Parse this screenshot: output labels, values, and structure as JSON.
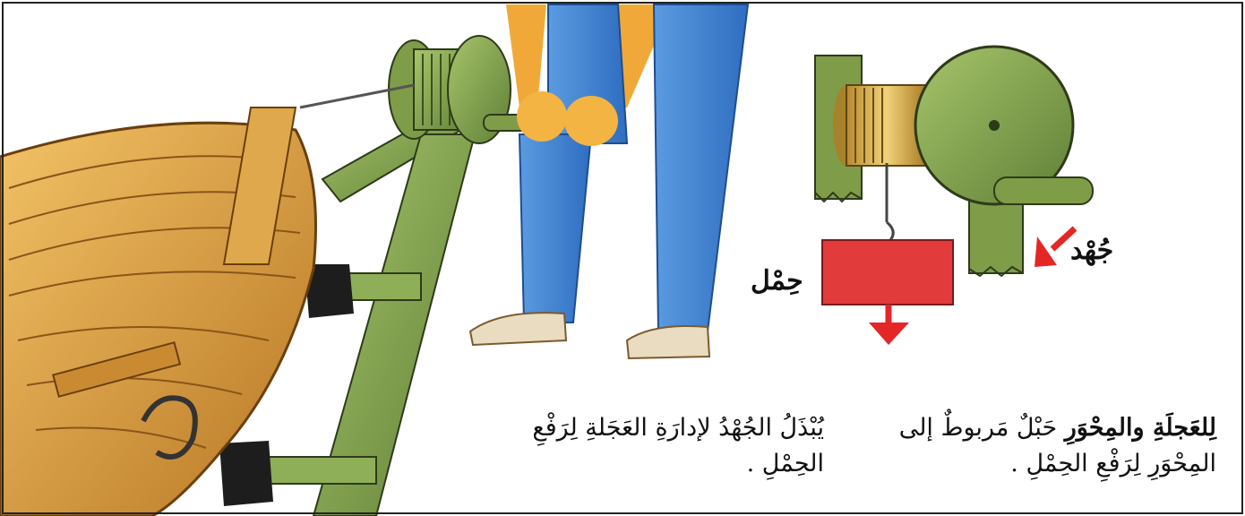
{
  "labels": {
    "effort": "جُهْد",
    "load": "حِمْل"
  },
  "caption": {
    "left_bold": "لِلعَجلَةِ والمِحْوَرِ",
    "left_line1_rest": " حَبْلٌ مَربوطٌ إلى",
    "left_line2": "المِحْوَرِ لِرَفْعِ الحِمْلِ .",
    "right_line1": "يُبْذَلُ الجُهْدُ لإدارَةِ العَجَلةِ لِرَفْعِ",
    "right_line2": "الحِمْلِ ."
  },
  "colors": {
    "load_box": "#e23b3b",
    "arrow": "#e52626",
    "metal_green": "#7e9f4a",
    "wood": "#d99a3a",
    "jeans": "#3f7fd0"
  }
}
